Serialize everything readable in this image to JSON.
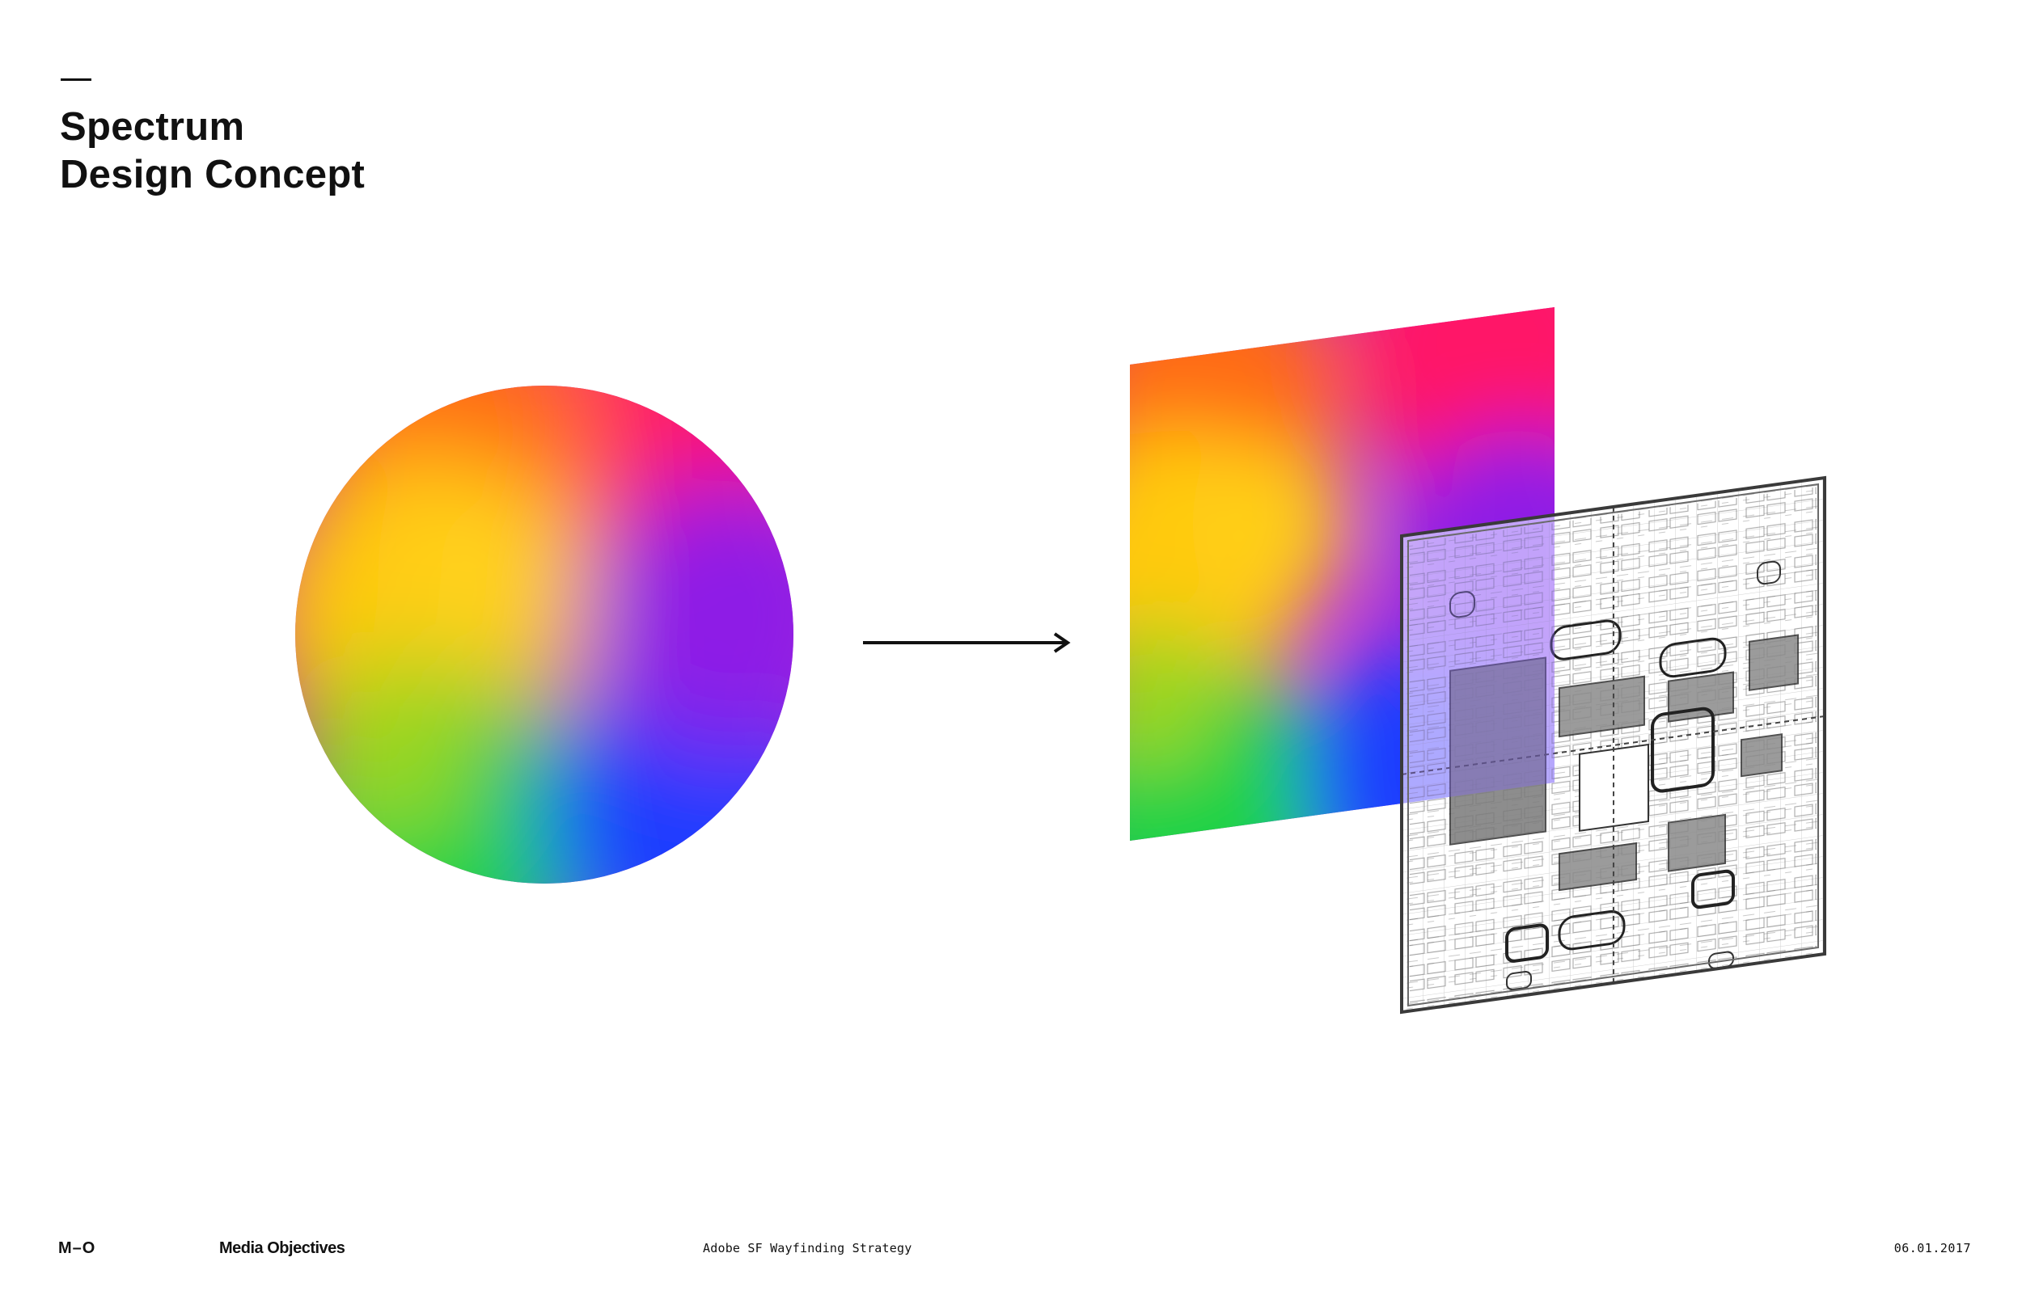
{
  "slide": {
    "title_lines": [
      "Spectrum",
      "Design Concept"
    ]
  },
  "diagram": {
    "source_shape": "spectrum-circle",
    "connector": "arrow-right-icon",
    "result": [
      "spectrum-panel",
      "floor-plan-panel"
    ]
  },
  "footer": {
    "logo": "M–O",
    "company": "Media Objectives",
    "project": "Adobe SF Wayfinding Strategy",
    "date": "06.01.2017"
  },
  "colors": {
    "pink": "#ff1468",
    "orange": "#ff6a16",
    "yellow": "#ffc90f",
    "green": "#1ed246",
    "blue": "#1e3cff",
    "purple": "#9a1fe0",
    "text": "#111111"
  }
}
